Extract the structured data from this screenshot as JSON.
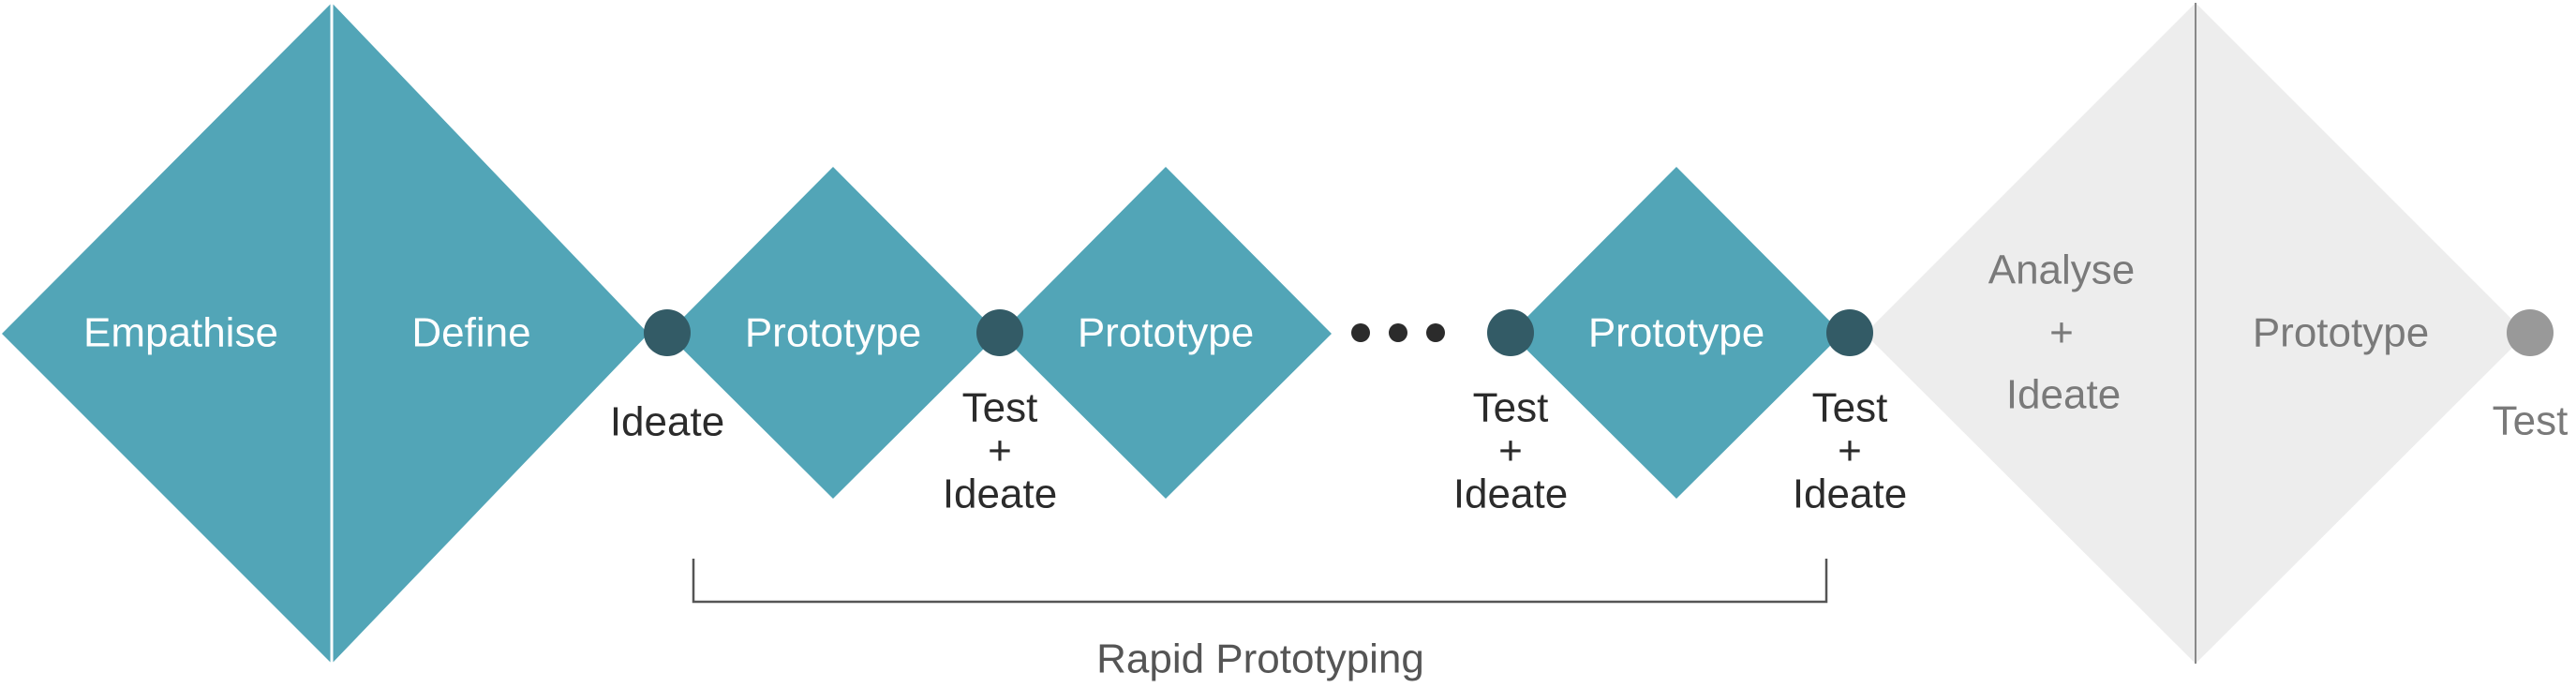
{
  "colors": {
    "teal": "#52a5b7",
    "node": "#335b66",
    "grey_fill": "#ededed",
    "grey_text": "#7a7a7a",
    "grey_node": "#999999",
    "dark_text": "#2b2b2b"
  },
  "phases": {
    "empathise": "Empathise",
    "define": "Define",
    "prototype_1": "Prototype",
    "prototype_2": "Prototype",
    "prototype_3": "Prototype",
    "analyse": "Analyse",
    "analyse_plus": "+",
    "analyse_ideate": "Ideate",
    "prototype_final": "Prototype"
  },
  "nodes": {
    "ideate": "Ideate",
    "test_1": "Test",
    "plus_1": "+",
    "ideate_1": "Ideate",
    "test_2": "Test",
    "plus_2": "+",
    "ideate_2": "Ideate",
    "test_3": "Test",
    "plus_3": "+",
    "ideate_3": "Ideate",
    "test_final": "Test"
  },
  "bracket_label": "Rapid Prototyping"
}
